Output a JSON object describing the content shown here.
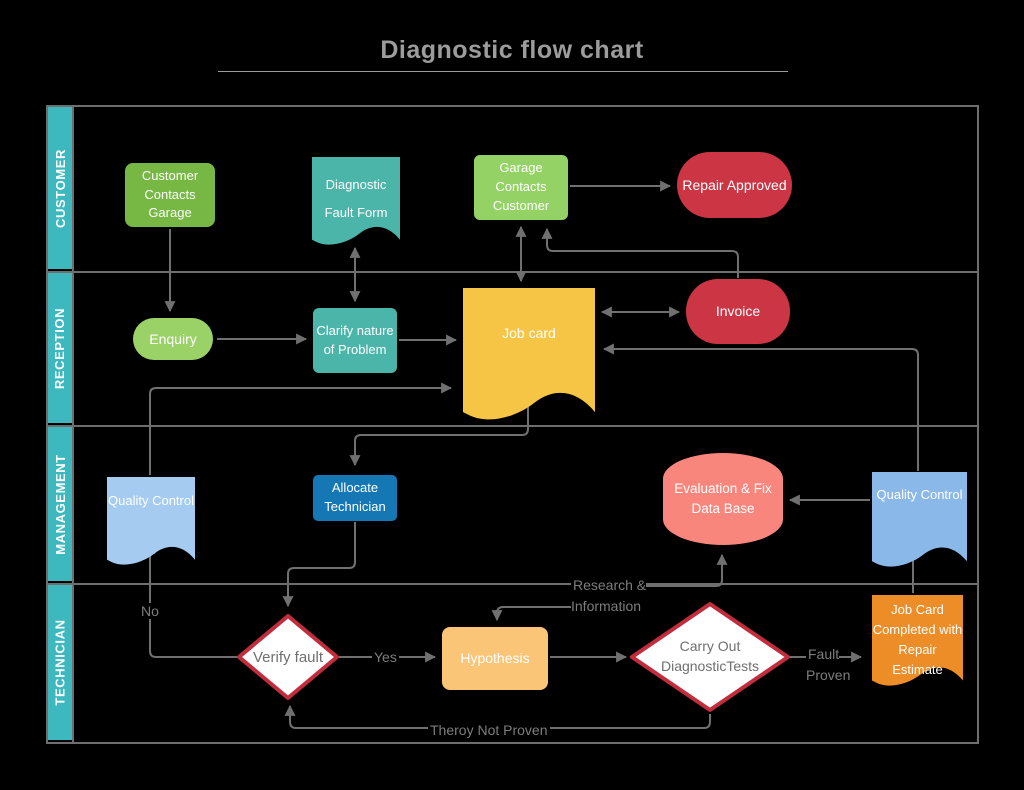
{
  "title": "Diagnostic flow chart",
  "lanes": [
    {
      "label": "CUSTOMER"
    },
    {
      "label": "RECEPTION"
    },
    {
      "label": "MANAGEMENT"
    },
    {
      "label": "TECHNICIAN"
    }
  ],
  "nodes": {
    "customer_contacts_garage": {
      "label": "Customer Contacts Garage",
      "type": "process"
    },
    "diagnostic_fault_form": {
      "label": "Diagnostic Fault Form",
      "type": "document"
    },
    "garage_contacts_customer": {
      "label": "Garage Contacts Customer",
      "type": "process"
    },
    "repair_approved": {
      "label": "Repair Approved",
      "type": "terminator"
    },
    "enquiry": {
      "label": "Enquiry",
      "type": "terminator"
    },
    "clarify_nature_of_problem": {
      "label": "Clarify nature of Problem",
      "type": "process"
    },
    "job_card": {
      "label": "Job card",
      "type": "document"
    },
    "invoice": {
      "label": "Invoice",
      "type": "terminator"
    },
    "quality_control_left": {
      "label": "Quality Control",
      "type": "document"
    },
    "allocate_technician": {
      "label": "Allocate Technician",
      "type": "process"
    },
    "evaluation_fix_database": {
      "label": "Evaluation & Fix Data Base",
      "type": "database"
    },
    "quality_control_right": {
      "label": "Quality Control",
      "type": "document"
    },
    "verify_fault": {
      "label": "Verify fault",
      "type": "decision"
    },
    "hypothesis": {
      "label": "Hypothesis",
      "type": "process"
    },
    "carry_out_diagnostic_tests": {
      "label": "Carry Out DiagnosticTests",
      "type": "decision"
    },
    "job_card_completed": {
      "label": "Job Card Completed with Repair Estimate",
      "type": "document"
    }
  },
  "edge_labels": {
    "no": "No",
    "yes": "Yes",
    "research_information": "Research & Information",
    "fault_proven": "Fault Proven",
    "theory_not_proven": "Theroy Not Proven"
  },
  "colors": {
    "background": "#000000",
    "lane_bar": "#3db8bf",
    "lane_border": "#6e6e6e",
    "connector": "#707070",
    "title_text": "#9c9c9c",
    "label_text": "#7d7d7d",
    "green_dark": "#76b843",
    "green_light": "#95d266",
    "teal": "#4cb5a9",
    "red": "#cb3544",
    "yellow": "#f6c545",
    "blue_light": "#a5cbf1",
    "blue_mid": "#8ab9e9",
    "blue_dark": "#1578b5",
    "salmon": "#f9867c",
    "orange_light": "#fac576",
    "orange": "#ed8d28",
    "diamond_border": "#c22d3d"
  }
}
